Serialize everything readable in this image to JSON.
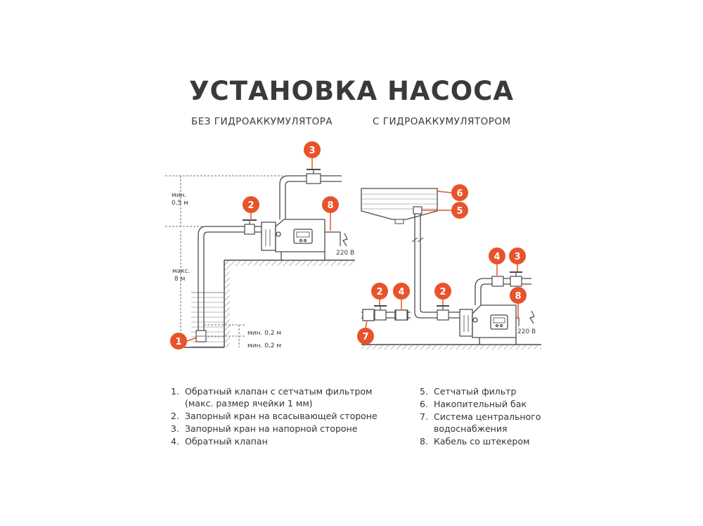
{
  "title": "УСТАНОВКА НАСОСА",
  "left_diagram": {
    "subtitle": "БЕЗ ГИДРОАККУМУЛЯТОРА",
    "dim_min_05_line1": "мин.",
    "dim_min_05_line2": "0,5 м",
    "dim_max_8_line1": "макс.",
    "dim_max_8_line2": "8 м",
    "dim_min_02_a": "мин. 0,2 м",
    "dim_min_02_b": "мин. 0,2 м",
    "voltage": "220 В",
    "markers": [
      "1",
      "2",
      "3",
      "8"
    ]
  },
  "right_diagram": {
    "subtitle": "С ГИДРОАККУМУЛЯТОРОМ",
    "voltage": "220 В",
    "markers": [
      "2",
      "4",
      "7",
      "2",
      "4",
      "3",
      "8",
      "6",
      "5"
    ]
  },
  "legend": {
    "left": [
      {
        "num": "1.",
        "text": "Обратный клапан с сетчатым фильтром (макс. размер ячейки 1 мм)"
      },
      {
        "num": "2.",
        "text": "Запорный кран на всасывающей стороне"
      },
      {
        "num": "3.",
        "text": "Запорный кран на напорной стороне"
      },
      {
        "num": "4.",
        "text": "Обратный клапан"
      }
    ],
    "right": [
      {
        "num": "5.",
        "text": "Сетчатый фильтр"
      },
      {
        "num": "6.",
        "text": "Накопительный бак"
      },
      {
        "num": "7.",
        "text": "Система центрального водоснабжения"
      },
      {
        "num": "8.",
        "text": "Кабель со штекером"
      }
    ]
  },
  "colors": {
    "accent": "#e8532b",
    "line": "#4a4a4a",
    "text": "#3a3a3a"
  }
}
